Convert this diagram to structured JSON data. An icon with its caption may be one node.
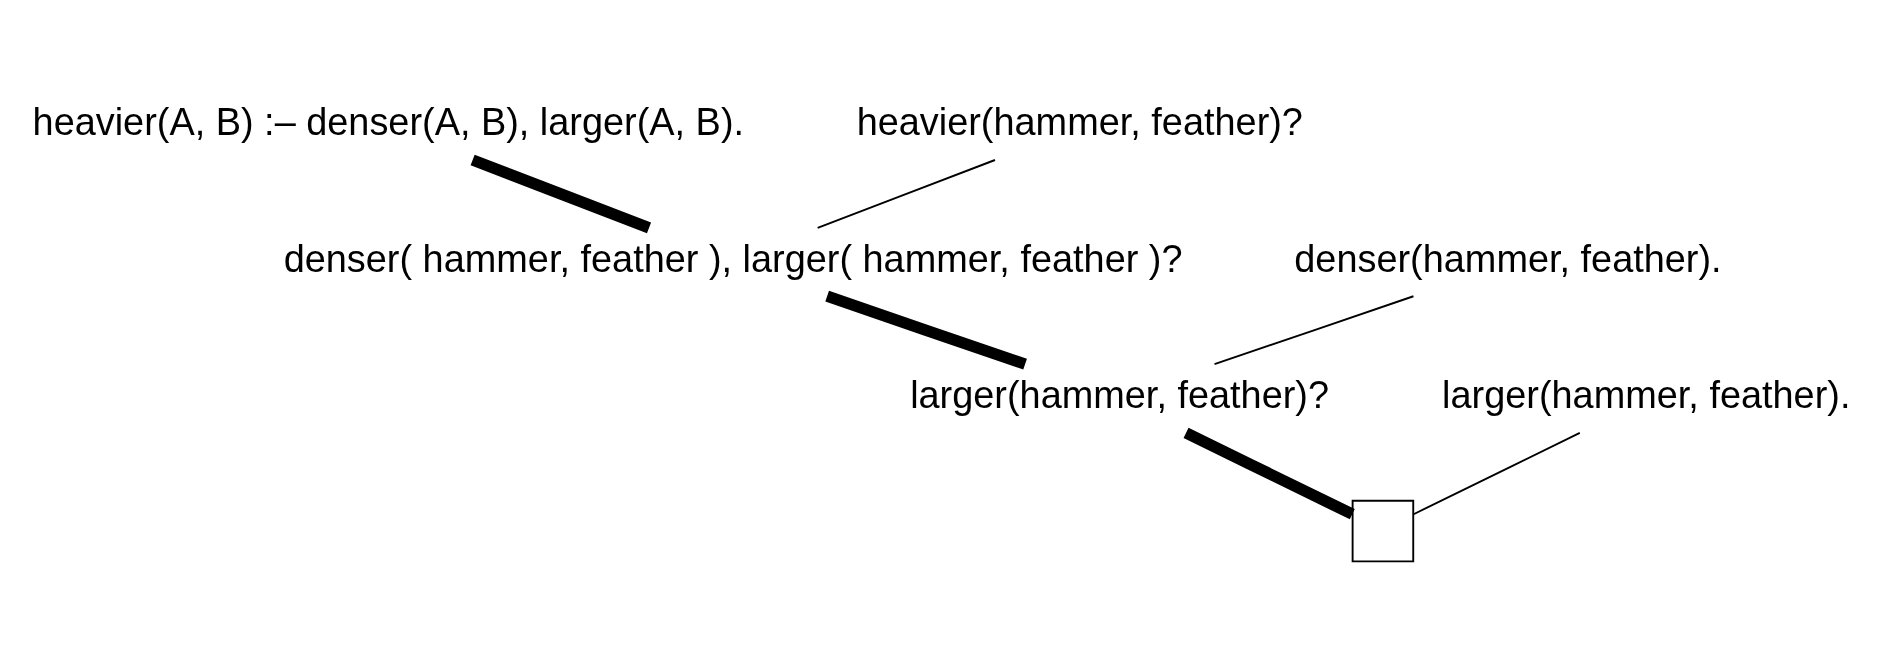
{
  "diagram": {
    "nodes": [
      {
        "text": [
          "heavier(A, B) :– denser(A, B), larger(A, B)."
        ]
      },
      {
        "text": [
          "heavier(hammer, feather)?"
        ]
      },
      {
        "text": [
          "denser( hammer, feather ), larger( hammer, feather )?"
        ]
      },
      {
        "text": [
          "denser(hammer, feather)."
        ]
      },
      {
        "text": [
          "larger(hammer, feather)?"
        ]
      },
      {
        "text": [
          "larger(hammer, feather)."
        ]
      },
      {
        "text": [],
        "shape": "box"
      }
    ],
    "edges": [
      {
        "from": 0,
        "to": 2,
        "arrow": "none",
        "style": "thick"
      },
      {
        "from": 1,
        "to": 2,
        "arrow": "none"
      },
      {
        "from": 2,
        "to": 4,
        "arrow": "none",
        "style": "thick"
      },
      {
        "from": 3,
        "to": 4,
        "arrow": "none"
      },
      {
        "from": 4,
        "to": 6,
        "arrow": "none",
        "style": "thick"
      },
      {
        "from": 5,
        "to": 6,
        "arrow": "none"
      }
    ]
  }
}
